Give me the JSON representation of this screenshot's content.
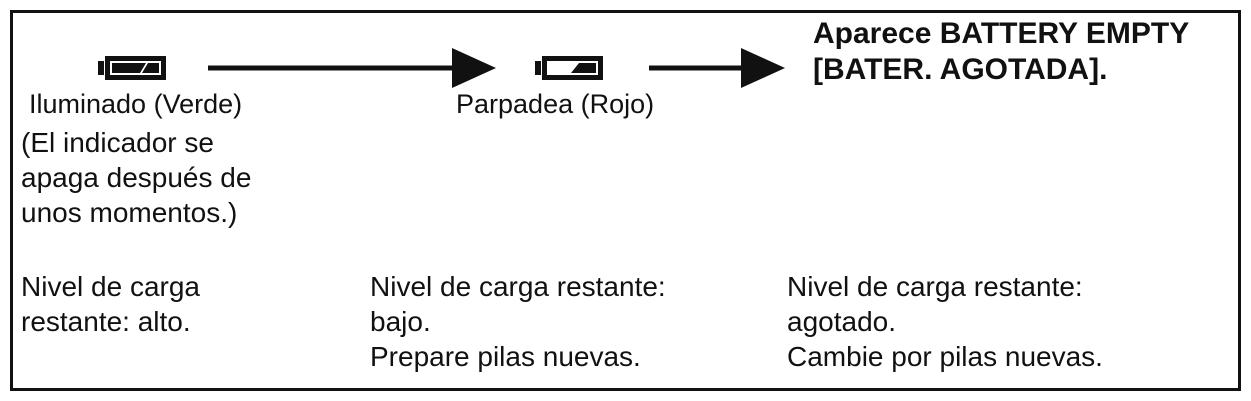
{
  "stage_full": {
    "icon": "battery-full-icon",
    "status_label": "Iluminado (Verde)",
    "status_note": [
      "(El indicador se",
      "apaga después de",
      "unos momentos.)"
    ],
    "level_text": [
      "Nivel de carga",
      "restante: alto."
    ]
  },
  "stage_low": {
    "icon": "battery-low-icon",
    "status_label": "Parpadea (Rojo)",
    "level_text": [
      "Nivel de carga restante:",
      "bajo.",
      "Prepare pilas nuevas."
    ]
  },
  "stage_empty": {
    "message": [
      "Aparece BATTERY EMPTY",
      "[BATER. AGOTADA]."
    ],
    "level_text": [
      "Nivel de carga restante:",
      "agotado.",
      "Cambie por pilas nuevas."
    ]
  },
  "colors": {
    "ink": "#111111",
    "background": "#ffffff"
  }
}
